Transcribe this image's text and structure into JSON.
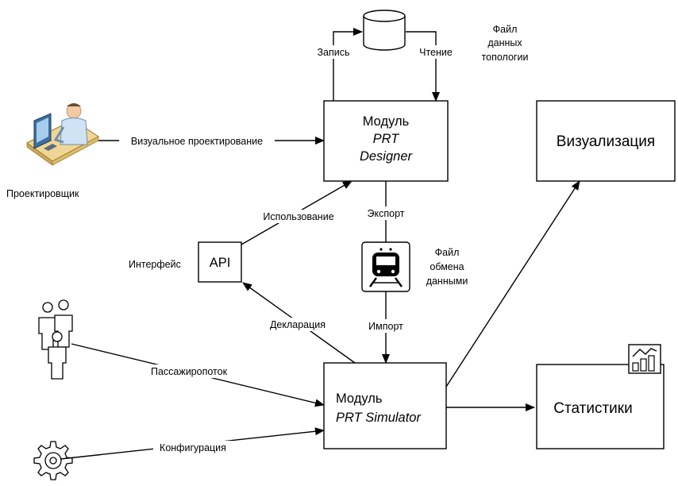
{
  "diagram": {
    "designer_module": {
      "line1": "Модуль",
      "line2": "PRT",
      "line3": "Designer"
    },
    "simulator_module": {
      "line1": "Модуль",
      "line2": "PRT Simulator"
    },
    "visualization": "Визуализация",
    "statistics": "Статистики",
    "api": "API",
    "api_label": "Интерфейс",
    "designer_user": "Проектировщик",
    "topology_file": {
      "line1": "Файл",
      "line2": "данных",
      "line3": "топологии"
    },
    "exchange_file": {
      "line1": "Файл",
      "line2": "обмена",
      "line3": "данными"
    },
    "edges": {
      "write": "Запись",
      "read": "Чтение",
      "visual_design": "Визуальное проектирование",
      "usage": "Использование",
      "export": "Экспорт",
      "import": "Импорт",
      "declaration": "Декларация",
      "passenger_flow": "Пассажиропоток",
      "configuration": "Конфигурация"
    },
    "icons": [
      "database-icon",
      "designer-workstation-icon",
      "train-icon",
      "people-group-icon",
      "gear-icon",
      "chart-icon"
    ]
  }
}
